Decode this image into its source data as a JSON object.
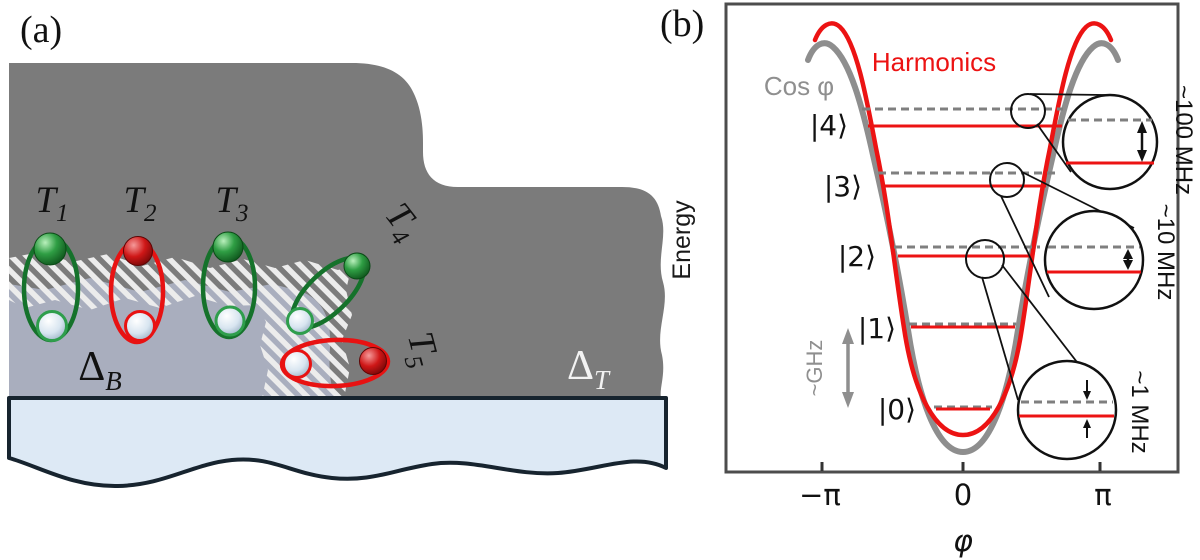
{
  "panel_a": {
    "label": "(a)",
    "tls": [
      {
        "symbol": "T",
        "sub": "1"
      },
      {
        "symbol": "T",
        "sub": "2"
      },
      {
        "symbol": "T",
        "sub": "3"
      },
      {
        "symbol": "T",
        "sub": "4"
      },
      {
        "symbol": "T",
        "sub": "5"
      }
    ],
    "delta_bulk": {
      "symbol": "Δ",
      "sub": "B"
    },
    "delta_top": {
      "symbol": "Δ",
      "sub": "T"
    }
  },
  "panel_b": {
    "label": "(b)",
    "y_axis_label": "Energy",
    "x_axis_label": "φ",
    "x_ticks": [
      "−π",
      "0",
      "π"
    ],
    "curve_labels": {
      "harmonics": "Harmonics",
      "cosine": "Cos φ"
    },
    "levels": [
      "|0⟩",
      "|1⟩",
      "|2⟩",
      "|3⟩",
      "|4⟩"
    ],
    "level_spacing_label": "~GHz",
    "splitting_labels": [
      "~1 MHz",
      "~10 MHz",
      "~100 MHz"
    ]
  },
  "colors": {
    "harmonics_red": "#ec1313",
    "cosine_gray": "#8e8e8e",
    "tls_green": "#15722b",
    "tls_red": "#e81212",
    "metal_dark_gray": "#7b7b7b",
    "metal_light_gray": "#a9aebe",
    "substrate_blue": "#dde9f5",
    "substrate_border": "#17242f"
  }
}
